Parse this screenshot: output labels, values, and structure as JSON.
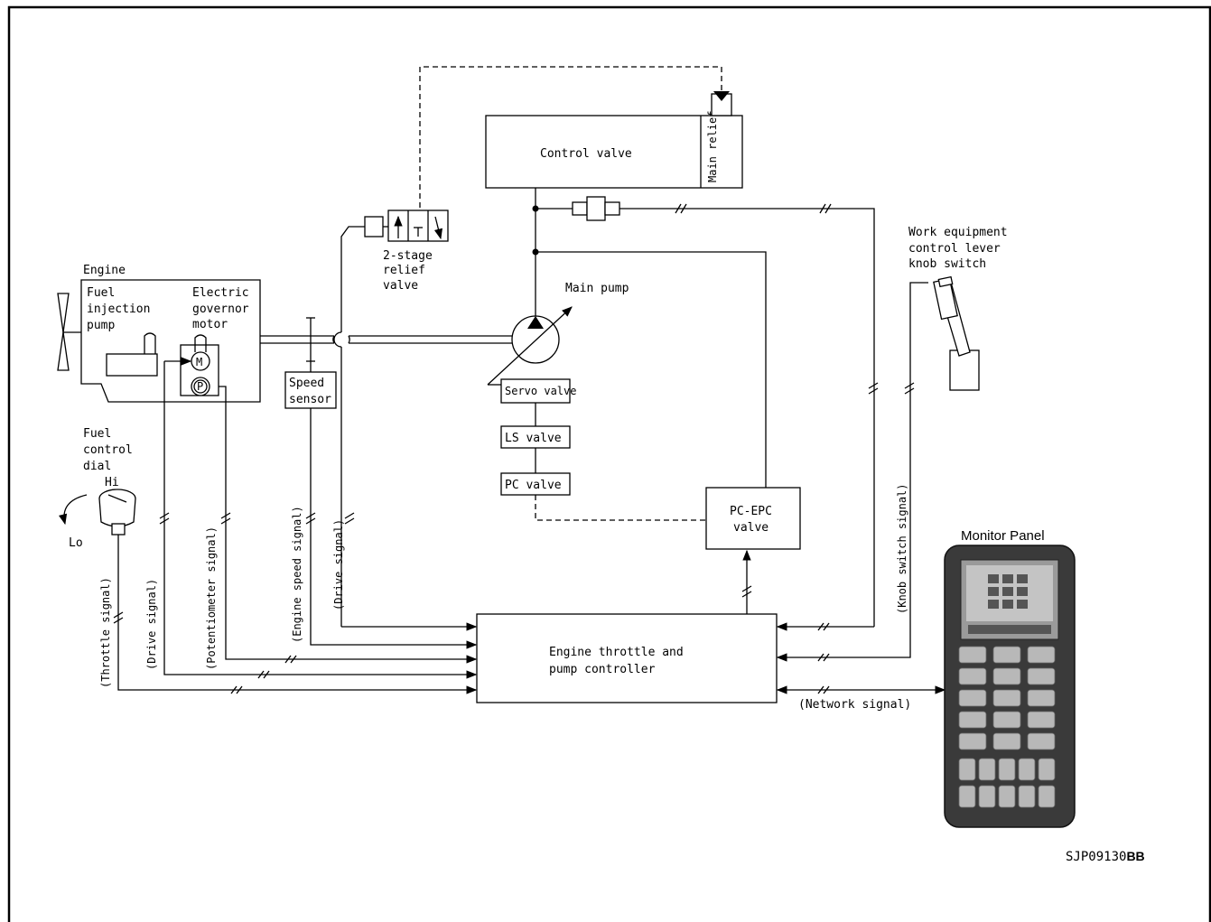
{
  "components": {
    "control_valve": "Control valve",
    "main_relief": "Main relief",
    "relief_valve": [
      "2-stage",
      "relief",
      "valve"
    ],
    "engine": "Engine",
    "fuel_injection_pump": [
      "Fuel",
      "injection",
      "pump"
    ],
    "electric_governor_motor": [
      "Electric",
      "governor",
      "motor"
    ],
    "motor_symbol": "M",
    "potentiometer_symbol": "P",
    "main_pump": "Main pump",
    "speed_sensor": [
      "Speed",
      "sensor"
    ],
    "servo_valve": "Servo valve",
    "ls_valve": "LS valve",
    "pc_valve": "PC valve",
    "pc_epc_valve": [
      "PC-EPC",
      "valve"
    ],
    "controller": [
      "Engine throttle and",
      "pump controller"
    ],
    "fuel_control_dial": [
      "Fuel",
      "control",
      "dial"
    ],
    "dial_hi": "Hi",
    "dial_lo": "Lo",
    "knob_switch": [
      "Work equipment",
      "control lever",
      "knob switch"
    ],
    "monitor_panel": "Monitor Panel"
  },
  "signals": {
    "throttle": "(Throttle signal)",
    "drive_1": "(Drive signal)",
    "potentiometer": "(Potentiometer signal)",
    "engine_speed": "(Engine speed signal)",
    "drive_2": "(Drive signal)",
    "knob_switch": "(Knob switch signal)",
    "network": "(Network signal)"
  },
  "figure_id": {
    "main": "SJP09130",
    "suffix": "BB"
  },
  "colors": {
    "line": "#000000",
    "panel_body": "#3a3a3a",
    "panel_keys": "#b8b8b8",
    "panel_screen": "#8a8a8a"
  }
}
